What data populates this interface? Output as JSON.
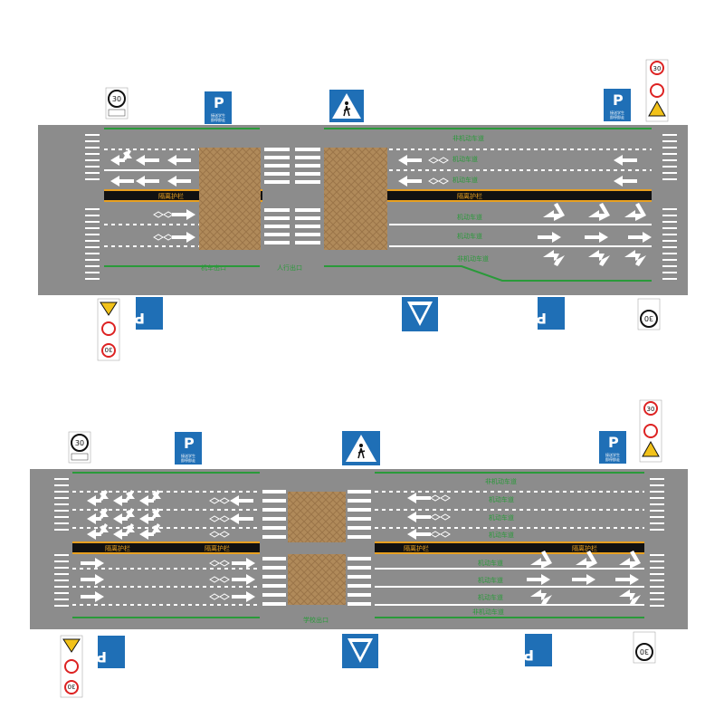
{
  "diagram_1": {
    "labels": {
      "nonmotor_top": "非机动车道",
      "motor_1": "机动车道",
      "motor_2": "机动车道",
      "barrier_left": "隔离护栏",
      "barrier_right": "隔离护栏",
      "motor_3": "机动车道",
      "motor_4": "机动车道",
      "nonmotor_bottom": "非机动车道",
      "vehicle_exit": "机车出口",
      "pedestrian_exit": "人行出口"
    }
  },
  "diagram_2": {
    "labels": {
      "nonmotor_top": "非机动车道",
      "motor_1": "机动车道",
      "motor_2": "机动车道",
      "motor_3": "机动车道",
      "barrier_left_1": "隔离护栏",
      "barrier_left_2": "隔离护栏",
      "barrier_right_1": "隔离护栏",
      "barrier_right_2": "隔离护栏",
      "motor_4": "机动车道",
      "motor_5": "机动车道",
      "motor_6": "机动车道",
      "nonmotor_bottom": "非机动车道",
      "school_exit": "学校出口"
    }
  },
  "signs": {
    "speed_limit": "30",
    "parking_letter": "P",
    "parking_line1": "限时停车",
    "parking_line2": "接送学生",
    "parking_line3": "即停即走"
  },
  "colors": {
    "road": "#8c8c8c",
    "barrier": "#111111",
    "barrier_edge": "#e8a020",
    "crosshatch": "#b08a5a",
    "sign_blue": "#1f6fb6",
    "lane_green": "#2a9a3a"
  }
}
